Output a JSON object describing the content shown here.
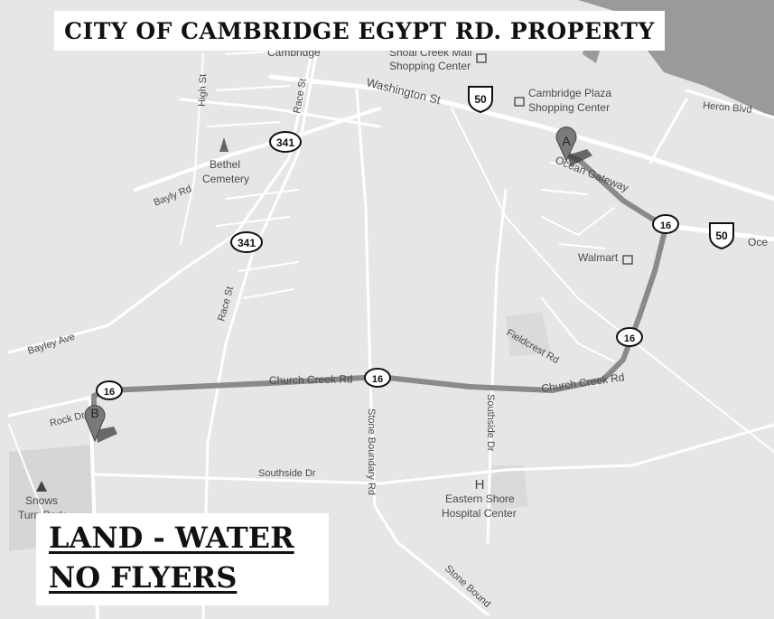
{
  "title": "CITY OF CAMBRIDGE EGYPT RD. PROPERTY",
  "notice": {
    "line1": "LAND - WATER",
    "line2": "NO FLYERS"
  },
  "markers": {
    "start": "A",
    "end": "B"
  },
  "streets": {
    "washington": "Washington St",
    "ocean_gateway": "Ocean Gateway",
    "ocean_short": "Oce",
    "heron": "Heron Blvd",
    "bayly": "Bayly Rd",
    "bayley": "Bayley Ave",
    "rock": "Rock Dr",
    "church_creek": "Church Creek Rd",
    "church_creek_2": "Church Creek Rd",
    "stone_boundary": "Stone Boundary Rd",
    "stone_boundary_2": "Stone Bound",
    "southside_dr": "Southside Dr",
    "southside_dr_2": "Southside Dr",
    "fieldcrest": "Fieldcrest Rd",
    "high": "High St",
    "race": "Race St",
    "race_2": "Race St"
  },
  "places": {
    "cambridge": "Cambridge",
    "shoal_creek_1": "Shoal Creek Mall",
    "shoal_creek_2": "Shopping Center",
    "cambridge_plaza_1": "Cambridge Plaza",
    "cambridge_plaza_2": "Shopping Center",
    "bethel_1": "Bethel",
    "bethel_2": "Cemetery",
    "walmart": "Walmart",
    "hospital_1": "Eastern Shore",
    "hospital_2": "Hospital Center",
    "hospital_icon": "H",
    "snows_1": "Snows",
    "snows_2": "Turn Park"
  },
  "shields": {
    "md341": "341",
    "md16": "16",
    "us50": "50"
  },
  "colors": {
    "route": "#8a8a8a",
    "water": "#9a9a9a",
    "land": "#e6e6e6",
    "road": "#ffffff"
  }
}
